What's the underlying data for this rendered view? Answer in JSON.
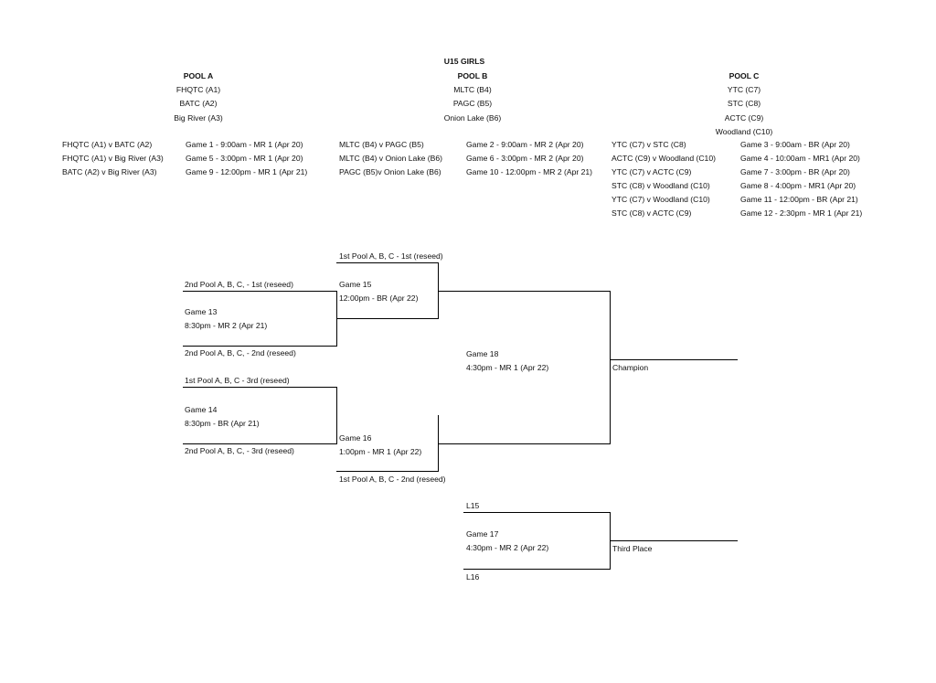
{
  "title": "U15 GIRLS",
  "pools": [
    {
      "name": "POOL A",
      "teams": [
        "FHQTC (A1)",
        "BATC (A2)",
        "Big River (A3)"
      ]
    },
    {
      "name": "POOL B",
      "teams": [
        "MLTC (B4)",
        "PAGC (B5)",
        "Onion Lake (B6)"
      ]
    },
    {
      "name": "POOL C",
      "teams": [
        "YTC (C7)",
        "STC (C8)",
        "ACTC (C9)",
        "Woodland (C10)"
      ]
    }
  ],
  "schedules": [
    {
      "matchups": [
        "FHQTC (A1) v BATC (A2)",
        "FHQTC (A1) v Big River (A3)",
        "BATC (A2) v Big River (A3)"
      ],
      "games": [
        "Game 1 - 9:00am - MR 1 (Apr 20)",
        "Game 5 - 3:00pm - MR 1 (Apr 20)",
        "Game 9 - 12:00pm - MR 1 (Apr 21)"
      ]
    },
    {
      "matchups": [
        "MLTC (B4) v PAGC (B5)",
        "MLTC (B4) v Onion Lake (B6)",
        "PAGC (B5)v Onion Lake (B6)"
      ],
      "games": [
        "Game 2 - 9:00am - MR 2 (Apr 20)",
        "Game 6 - 3:00pm - MR 2 (Apr 20)",
        "Game 10 - 12:00pm - MR 2 (Apr 21)"
      ]
    },
    {
      "matchups": [
        "YTC (C7) v STC (C8)",
        "ACTC (C9) v Woodland (C10)",
        "YTC (C7) v ACTC (C9)",
        "STC (C8) v Woodland (C10)",
        "YTC (C7) v Woodland (C10)",
        "STC (C8) v ACTC (C9)"
      ],
      "games": [
        "Game 3 - 9:00am - BR (Apr 20)",
        "Game 4 - 10:00am - MR1 (Apr 20)",
        "Game 7 - 3:00pm - BR (Apr 20)",
        "Game 8 - 4:00pm - MR1 (Apr 20)",
        "Game 11 - 12:00pm - BR (Apr 21)",
        "Game 12 - 2:30pm - MR 1 (Apr 21)"
      ]
    }
  ],
  "bracket": {
    "seeds": {
      "s1": "2nd Pool A, B, C, - 1st (reseed)",
      "s2": "2nd Pool A, B, C, - 2nd (reseed)",
      "s3": "1st Pool A, B, C - 3rd (reseed)",
      "s4": "2nd Pool A, B, C, - 3rd (reseed)",
      "s5": "1st Pool A, B, C - 1st (reseed)",
      "s6": "1st Pool A, B, C - 2nd (reseed)",
      "l15": "L15",
      "l16": "L16"
    },
    "games": {
      "g13": {
        "name": "Game 13",
        "time": "8:30pm - MR 2 (Apr 21)"
      },
      "g14": {
        "name": "Game 14",
        "time": "8:30pm - BR (Apr 21)"
      },
      "g15": {
        "name": "Game 15",
        "time": "12:00pm - BR (Apr 22)"
      },
      "g16": {
        "name": "Game 16",
        "time": "1:00pm - MR 1 (Apr 22)"
      },
      "g17": {
        "name": "Game 17",
        "time": "4:30pm - MR 2 (Apr 22)"
      },
      "g18": {
        "name": "Game 18",
        "time": "4:30pm - MR 1 (Apr 22)"
      }
    },
    "champion": "Champion",
    "third_place": "Third Place"
  }
}
